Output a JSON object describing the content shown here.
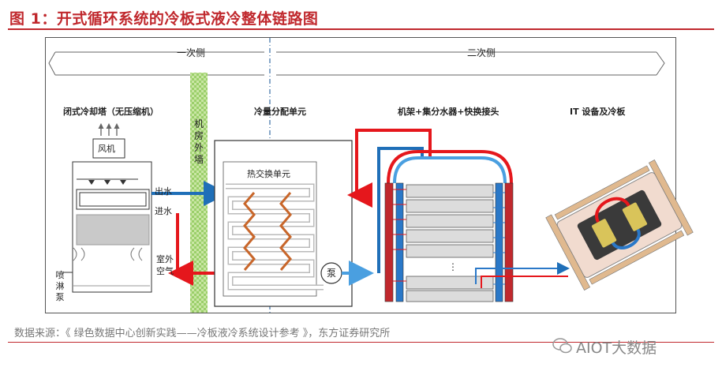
{
  "figure": {
    "title": "图 1：开式循环系统的冷板式液冷整体链路图",
    "source": "数据来源：《 绿色数据中心创新实践——冷板液冷系统设计参考 》，东方证券研究所",
    "watermark": "AIOT大数据"
  },
  "diagram": {
    "primary_side": "一次侧",
    "secondary_side": "二次侧",
    "cooling_tower": {
      "title": "闭式冷却塔（无压缩机）",
      "fan": "风机",
      "outlet": "出水",
      "inlet": "进水",
      "outdoor_air": [
        "室外",
        "空气"
      ],
      "spray_pump": "喷淋泵"
    },
    "machine_room_wall": "机房外墙",
    "cdu": {
      "title": "冷量分配单元",
      "heat_exchanger": "热交换单元",
      "pump": "泵"
    },
    "rack": {
      "title": "机架+集分水器+快换接头"
    },
    "it_device": {
      "title": "IT 设备及冷板"
    },
    "colors": {
      "hot": "#e5171c",
      "cold": "#1f6fb8",
      "cold_light": "#4a9fe0",
      "wall": "#9bcf6a",
      "coil": "#c8662a",
      "accent": "#c0282d"
    }
  }
}
